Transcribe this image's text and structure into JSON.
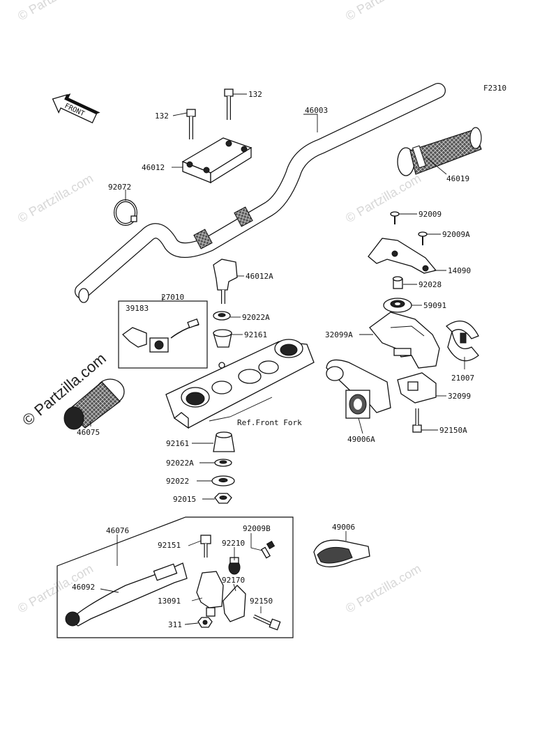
{
  "figure_code": "F2310",
  "watermark": "© Partzilla.com",
  "front_arrow": "FRONT",
  "ref_note": "Ref.Front Fork",
  "labels": {
    "p132a": "132",
    "p132b": "132",
    "p46003": "46003",
    "p46012": "46012",
    "p46019": "46019",
    "p92072": "92072",
    "p92009": "92009",
    "p92009A": "92009A",
    "p14090": "14090",
    "p92028": "92028",
    "p46012A": "46012A",
    "p27010": "27010",
    "p39183": "39183",
    "p92022A": "92022A",
    "p92161a": "92161",
    "p59091": "59091",
    "p32099A": "32099A",
    "p21007": "21007",
    "p32099": "32099",
    "p46075": "46075",
    "p92150A": "92150A",
    "p49006A": "49006A",
    "p92161b": "92161",
    "p92022A2": "92022A",
    "p92022": "92022",
    "p92015": "92015",
    "p46076": "46076",
    "p92009B": "92009B",
    "p92151": "92151",
    "p92210": "92210",
    "p49006": "49006",
    "p46092": "46092",
    "p92170": "92170",
    "p13091": "13091",
    "p92150": "92150",
    "p311": "311"
  }
}
